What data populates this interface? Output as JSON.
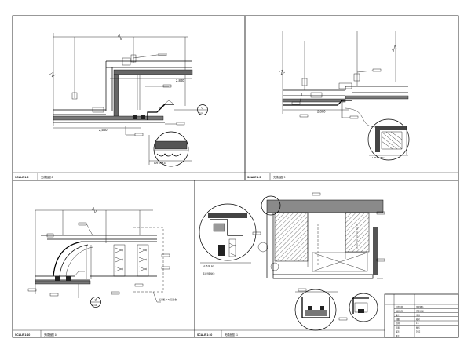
{
  "panels": [
    {
      "id": "p1",
      "scale": "SCALE 1:5",
      "title": "完成面图 8"
    },
    {
      "id": "p2",
      "scale": "SCALE 1:5",
      "title": "完成面图 9"
    },
    {
      "id": "p3",
      "scale": "SCALE 1:10",
      "title": "完成面图 10"
    },
    {
      "id": "p4",
      "scale": "SCALE 1:10",
      "title": "完成面图 11"
    }
  ],
  "dims": {
    "d1": "2,800",
    "d2": "2,500",
    "d3": "2,800"
  },
  "callouts": {
    "c1_top": "d",
    "c1_bot": "D-12",
    "c2_top": "d",
    "c2_bot": "D-12"
  },
  "notes": {
    "n1": "—石膏板 (1:5) 铝合金/...",
    "n2": "吊顶剖面做法"
  },
  "title_block": {
    "rows": [
      [
        "工程名称",
        "某某酒店"
      ],
      [
        "图纸名称",
        "天花详图"
      ],
      [
        "设计",
        "审核"
      ],
      [
        "制图",
        "校对"
      ],
      [
        "比例",
        "1:5"
      ],
      [
        "日期",
        "图号"
      ],
      [
        "版次",
        "D-12"
      ],
      [
        "备注",
        ""
      ]
    ]
  }
}
